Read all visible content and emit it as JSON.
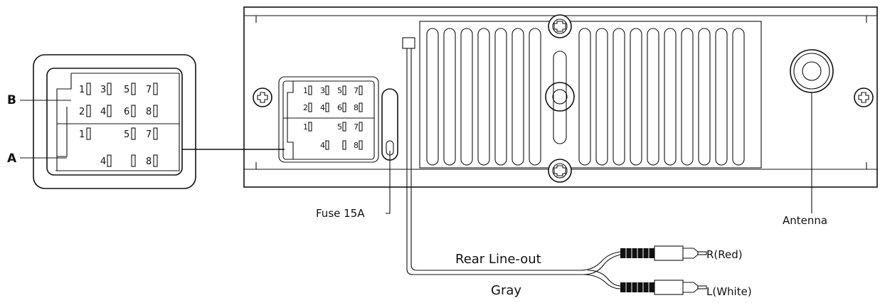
{
  "enlarged_connector": {
    "group_b": {
      "label": "B",
      "row1": [
        "1",
        "3",
        "5",
        "7"
      ],
      "row2": [
        "2",
        "4",
        "6",
        "8"
      ]
    },
    "group_a": {
      "label": "A",
      "row1": [
        "1",
        "5",
        "7"
      ],
      "row2": [
        "4",
        "8"
      ]
    }
  },
  "unit_connector": {
    "group_b": {
      "row1": [
        "1",
        "3",
        "5",
        "7"
      ],
      "row2": [
        "2",
        "4",
        "6",
        "8"
      ]
    },
    "group_a": {
      "row1": [
        "1",
        "5",
        "7"
      ],
      "row2": [
        "4",
        "8"
      ]
    }
  },
  "labels": {
    "fuse": "Fuse 15A",
    "antenna": "Antenna",
    "rear_line_out": "Rear Line-out",
    "gray": "Gray",
    "right_channel": "R(Red)",
    "left_channel": "L(White)"
  },
  "icons": {
    "screw": "screw-head-icon",
    "rca": "rca-plug-icon"
  }
}
